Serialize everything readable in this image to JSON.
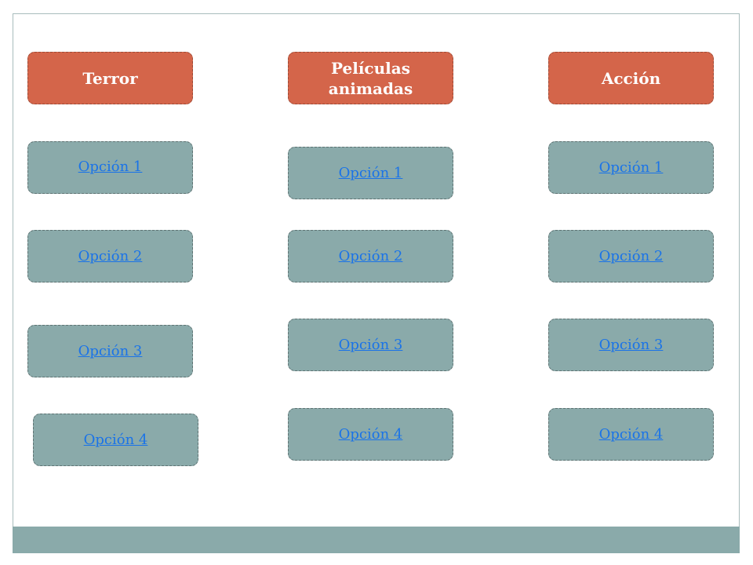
{
  "columns": [
    {
      "header": "Terror",
      "options": [
        "Opción 1",
        "Opción 2",
        "Opción 3",
        "Opción 4"
      ]
    },
    {
      "header": "Películas\nanimadas",
      "options": [
        "Opción 1",
        "Opción 2",
        "Opción 3",
        "Opción 4"
      ]
    },
    {
      "header": "Acción",
      "options": [
        "Opción 1",
        "Opción 2",
        "Opción 3",
        "Opción 4"
      ]
    }
  ],
  "colors": {
    "header_fill": "#d4654a",
    "option_fill": "#8aaaaa",
    "link": "#1a73e8",
    "footer_bar": "#8aaaaa"
  }
}
